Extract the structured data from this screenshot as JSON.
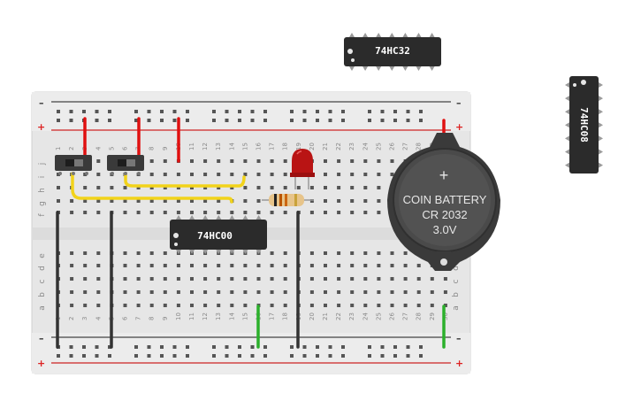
{
  "chips": {
    "top": "74HC32",
    "right": "74HC08",
    "board": "74HC00"
  },
  "battery": {
    "line1": "COIN BATTERY",
    "line2": "CR 2032",
    "line3": "3.0V",
    "plus_sign": "+"
  },
  "breadboard": {
    "column_numbers": [
      "1",
      "2",
      "3",
      "4",
      "5",
      "6",
      "7",
      "8",
      "9",
      "10",
      "11",
      "12",
      "13",
      "14",
      "15",
      "16",
      "17",
      "18",
      "19",
      "20",
      "21",
      "22",
      "23",
      "24",
      "25",
      "26",
      "27",
      "28",
      "29",
      "30"
    ],
    "upper_row_letters": [
      "j",
      "i",
      "h",
      "g",
      "f"
    ],
    "lower_row_letters": [
      "e",
      "d",
      "c",
      "b",
      "a"
    ],
    "rail_minus": "–",
    "rail_plus": "+"
  },
  "colors": {
    "board": "#e9e9e9",
    "chip": "#2b2b2b",
    "wire_red": "#e01010",
    "wire_yellow": "#f2d31a",
    "wire_black": "#333333",
    "wire_green": "#2bb02b",
    "led": "#b91414",
    "battery": "#3a3a3a"
  }
}
